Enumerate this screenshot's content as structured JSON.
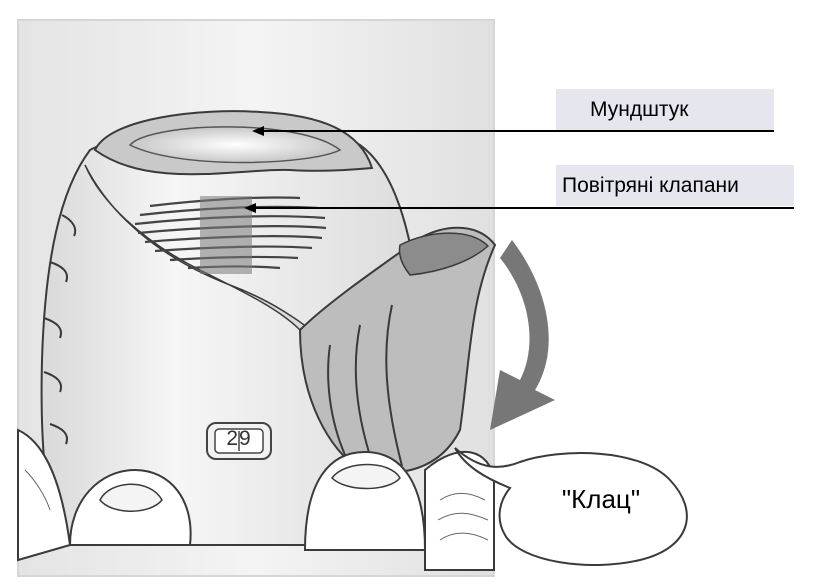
{
  "labels": {
    "mouthpiece": "Мундштук",
    "air_vents": "Повітряні клапани",
    "click_sound": "\"Клац\""
  },
  "counter": {
    "value": "29"
  },
  "colors": {
    "body": "#ededed",
    "shadow": "#c8c8c8",
    "outline": "#3a3a3a",
    "arrow": "#777777",
    "label_bg": "#e6e6ee"
  }
}
